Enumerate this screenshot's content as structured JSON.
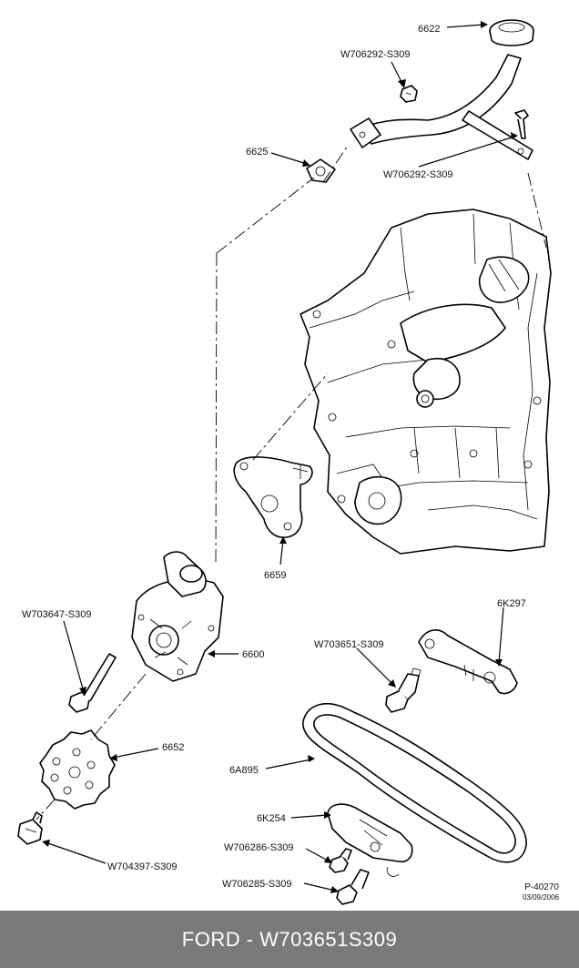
{
  "diagram": {
    "labels": {
      "p6622": "6622",
      "w706292_top": "W706292-S309",
      "p6625": "6625",
      "w706292_mid": "W706292-S309",
      "p6659": "6659",
      "w703647": "W703647-S309",
      "p6600": "6600",
      "p6K297": "6K297",
      "w703651": "W703651-S309",
      "p6652": "6652",
      "p6A895": "6A895",
      "p6K254": "6K254",
      "w706286": "W706286-S309",
      "w706285": "W706285-S309",
      "w704397": "W704397-S309"
    },
    "reference": "P-40270",
    "date": "03/09/2006"
  },
  "footer": {
    "caption": "FORD - W703651S309"
  }
}
